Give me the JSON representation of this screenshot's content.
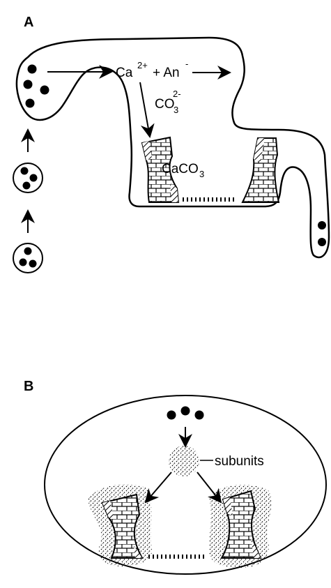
{
  "panels": {
    "a": {
      "label": "A",
      "ion_ca": "Ca",
      "ion_ca_charge": "2+",
      "plus_anion": "+ An",
      "anion_charge": "-",
      "carbonate": "CO",
      "carbonate_sub": "3",
      "carbonate_charge": "2-",
      "calcite": "CaCO",
      "calcite_sub": "3"
    },
    "b": {
      "label": "B",
      "subunits_label": "subunits"
    }
  }
}
